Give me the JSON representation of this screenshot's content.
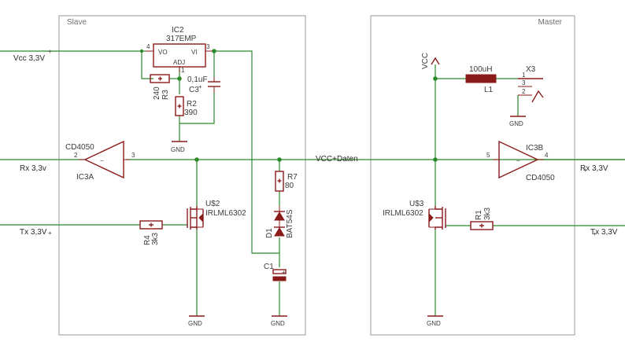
{
  "frames": {
    "slave": "Slave",
    "master": "Master"
  },
  "nets": {
    "vcc_in": "Vcc 3,3V",
    "rx_left": "Rx 3,3v",
    "tx_left": "Tx 3,3V",
    "vcc_daten": "VCC+Daten",
    "rx_right": "Rx 3,3V",
    "tx_right": "Tx 3,3V",
    "vcc_supply": "VCC",
    "gnd_ic2": "GND",
    "gnd_q2": "GND",
    "gnd_c1": "GND",
    "gnd_x3": "GND",
    "gnd_q3": "GND"
  },
  "parts": {
    "ic2": {
      "name": "IC2",
      "value": "317EMP",
      "pin_vo": "VO",
      "pin_vi": "VI",
      "pin_adj": "ADJ",
      "pin1": "1",
      "pin3": "3",
      "pin4": "4"
    },
    "r3": {
      "name": "R3",
      "value": "240"
    },
    "c3": {
      "name": "C3",
      "value": "0,1uF"
    },
    "r2": {
      "name": "R2",
      "value": "390"
    },
    "ic3a": {
      "name": "IC3A",
      "value": "CD4050",
      "pin_in": "2",
      "pin_out": "3"
    },
    "q2": {
      "name": "U$2",
      "value": "IRLML6302"
    },
    "r4": {
      "name": "R4",
      "value": "3k3"
    },
    "r7": {
      "name": "R7",
      "value": "80"
    },
    "d1": {
      "name": "D1",
      "value": "BAT54S"
    },
    "c1": {
      "name": "C1"
    },
    "l1": {
      "name": "L1",
      "value": "100uH"
    },
    "x3": {
      "name": "X3",
      "pin1": "1",
      "pin2": "2",
      "pin3": "3"
    },
    "ic3b": {
      "name": "IC3B",
      "value": "CD4050",
      "pin_in": "5",
      "pin_out": "4"
    },
    "q3": {
      "name": "U$3",
      "value": "IRLML6302"
    },
    "r1": {
      "name": "R1",
      "value": "3k3"
    }
  }
}
